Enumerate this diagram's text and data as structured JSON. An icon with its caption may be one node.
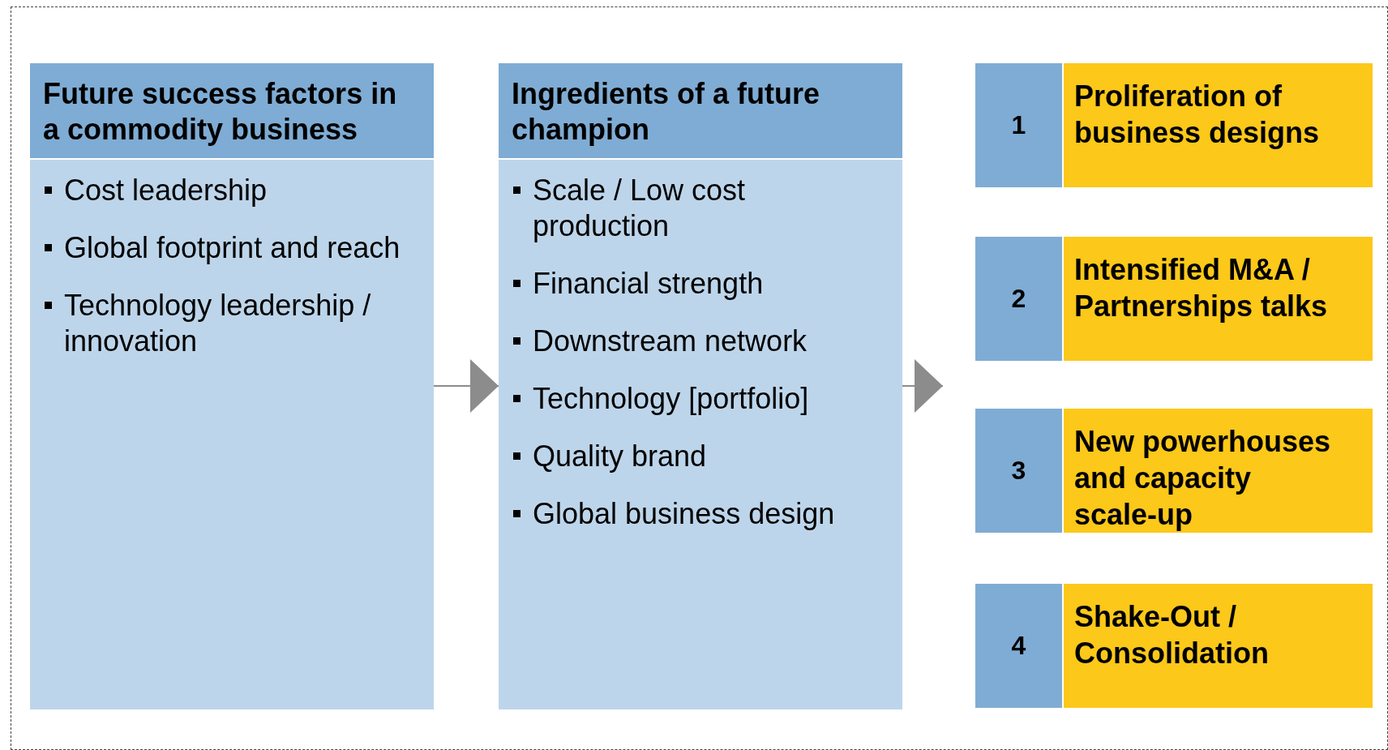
{
  "diagram": {
    "nodes": [
      {
        "text": [
          "Future success factors in a commodity business",
          "Cost leadership",
          "Global footprint and reach",
          "Technology leadership / innovation"
        ]
      },
      {
        "text": [
          "Ingredients of a future champion",
          "Scale / Low cost production",
          "Financial strength",
          "Downstream network",
          "Technology [portfolio]",
          "Quality brand",
          "Global business design"
        ]
      },
      {
        "text": [
          "1"
        ]
      },
      {
        "text": [
          "Proliferation of business designs"
        ]
      },
      {
        "text": [
          "2"
        ]
      },
      {
        "text": [
          "Intensified M&A / Partnerships talks"
        ]
      },
      {
        "text": [
          "3"
        ]
      },
      {
        "text": [
          "New powerhouses and capacity scale-up"
        ]
      },
      {
        "text": [
          "4"
        ]
      },
      {
        "text": [
          "Shake-Out / Consolidation"
        ]
      }
    ],
    "edges": [
      {
        "from": 0,
        "to": 1,
        "arrow": "to"
      },
      {
        "from": 1,
        "to": null,
        "arrow": "to"
      }
    ]
  }
}
